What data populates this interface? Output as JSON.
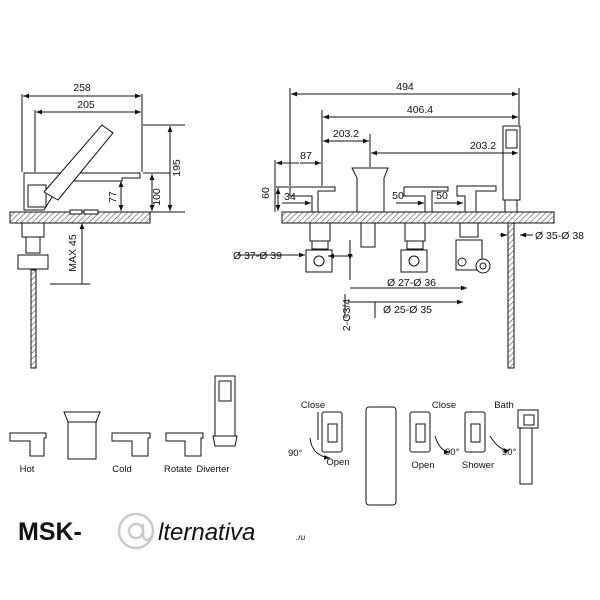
{
  "colors": {
    "line": "#111111",
    "fill": "#ffffff",
    "hatch": "#555555",
    "watermark": "#c9c9c9"
  },
  "icons": [
    "arrowhead-icon",
    "rotation-arrow-icon",
    "watermark-at-icon"
  ],
  "side_view": {
    "dims": {
      "d258": "258",
      "d205": "205",
      "d195": "195",
      "d100": "100",
      "d77": "77",
      "max45": "MAX 45"
    }
  },
  "front_view": {
    "dims": {
      "d494": "494",
      "d406": "406.4",
      "d203a": "203.2",
      "d203b": "203.2",
      "d87": "87",
      "d60": "60",
      "d34": "34",
      "d50a": "50",
      "d50b": "50",
      "phi3739": "Ø 37-Ø 39",
      "phi3538": "Ø 35-Ø 38",
      "phi2736": "Ø 27-Ø 36",
      "phi2535": "Ø 25-Ø 35",
      "g34": "2-G3/4"
    }
  },
  "components": {
    "hot": "Hot",
    "cold": "Cold",
    "rotate": "Rotate",
    "diverter": "Diverter"
  },
  "operation": {
    "close_left": "Close",
    "open_left": "Open",
    "deg_left": "90°",
    "close_right": "Close",
    "open_right": "Open",
    "deg_right1": "90°",
    "bath": "Bath",
    "shower": "Shower",
    "deg_right2": "90°"
  },
  "watermark": {
    "prefix": "MSK-",
    "suffix": "lternativa",
    "tld": ".ru"
  }
}
